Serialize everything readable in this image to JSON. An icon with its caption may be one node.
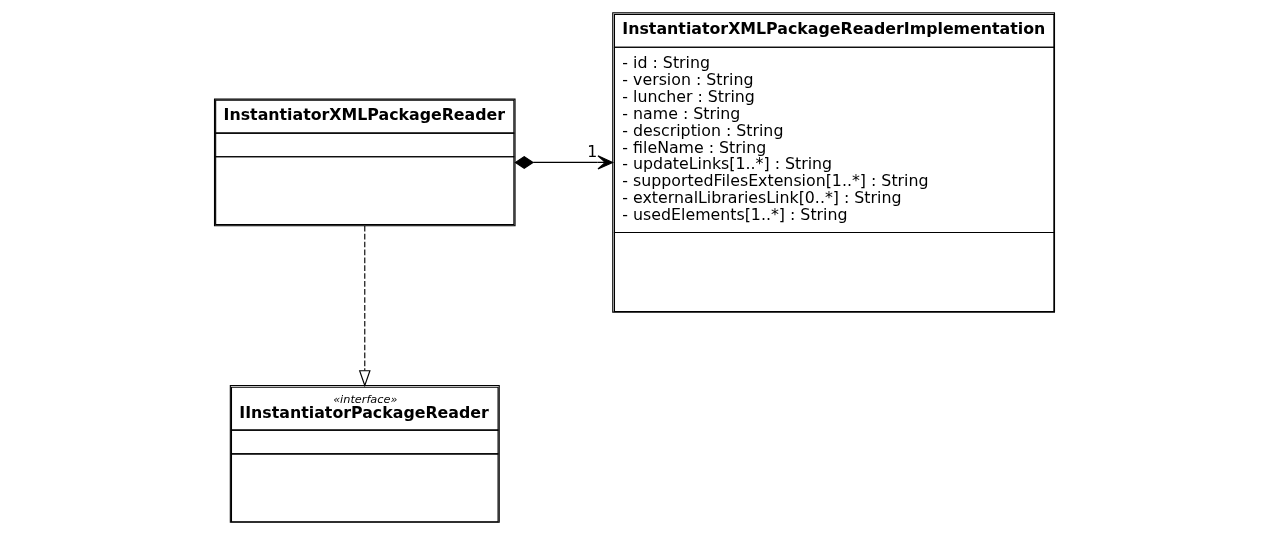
{
  "diagram": {
    "nodes": [
      {
        "text": [
          "InstantiatorXMLPackageReader"
        ]
      },
      {
        "text": [
          "InstantiatorXMLPackageReaderImplementation",
          "- id : String",
          "- version : String",
          "- luncher : String",
          "- name : String",
          "- description : String",
          "- fileName : String",
          "- updateLinks[1..*] : String",
          "- supportedFilesExtension[1..*] : String",
          "- externalLibrariesLink[0..*] : String",
          "- usedElements[1..*] : String"
        ]
      },
      {
        "text": [
          "«interface»",
          "IInstantiatorPackageReader"
        ]
      }
    ],
    "edges": [
      {
        "from": 0,
        "to": 1,
        "arrow": "to",
        "label": "1"
      },
      {
        "from": 0,
        "to": 2,
        "arrow": "to",
        "style": "dashed"
      }
    ]
  }
}
